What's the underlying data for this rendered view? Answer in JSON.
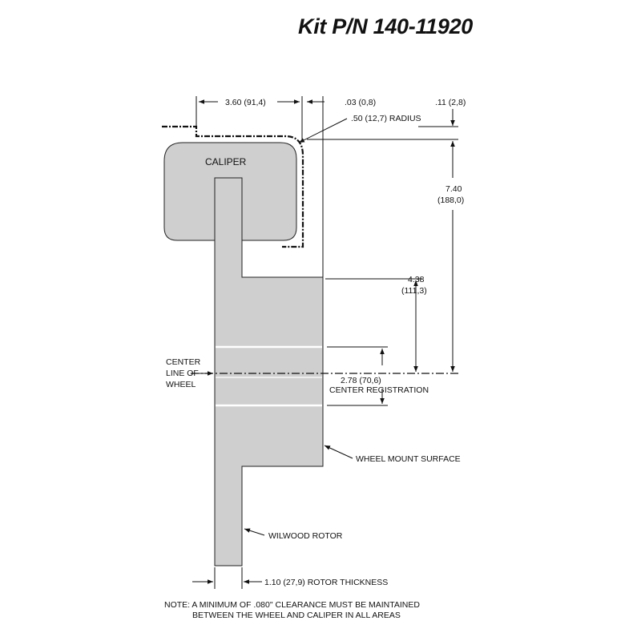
{
  "title": "Kit P/N 140-11920",
  "labels": {
    "caliper": "CALIPER",
    "center_line_1": "CENTER",
    "center_line_2": "LINE OF",
    "center_line_3": "WHEEL",
    "wheel_mount_surface": "WHEEL MOUNT SURFACE",
    "wilwood_rotor": "WILWOOD ROTOR",
    "center_registration": "CENTER REGISTRATION"
  },
  "dimensions": {
    "caliper_width": "3.60 (91,4)",
    "gap_small": ".03 (0,8)",
    "gap_top": ".11 (2,8)",
    "radius": ".50 (12,7) RADIUS",
    "height_total_1": "7.40",
    "height_total_2": "(188,0)",
    "height_mount_1": "4.38",
    "height_mount_2": "(111,3)",
    "center_registration": "2.78 (70,6)",
    "rotor_thickness": "1.10 (27,9) ROTOR THICKNESS"
  },
  "note": {
    "line1": "NOTE: A MINIMUM OF .080\" CLEARANCE MUST BE MAINTAINED",
    "line2": "BETWEEN THE WHEEL AND CALIPER IN ALL AREAS"
  }
}
